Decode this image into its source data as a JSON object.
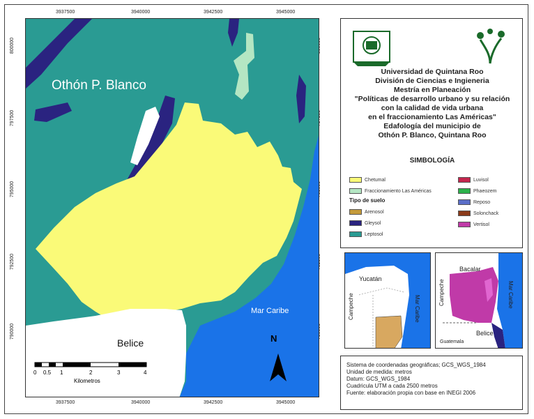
{
  "coordinates": {
    "top": [
      "3937500",
      "3940000",
      "3942500",
      "3945000"
    ],
    "bottom": [
      "3937500",
      "3940000",
      "3942500",
      "3945000"
    ],
    "left": [
      "800000",
      "797500",
      "795000",
      "792500",
      "790000"
    ],
    "right": [
      "800000",
      "797500",
      "795000",
      "792500",
      "790000"
    ]
  },
  "map_labels": {
    "municipality": "Othón P. Blanco",
    "sea": "Mar Caribe",
    "country": "Belice",
    "north": "N"
  },
  "scale_bar": {
    "ticks": [
      "0",
      "0.5",
      "1",
      "2",
      "3",
      "4"
    ],
    "unit": "Kilometros"
  },
  "title": {
    "lines": [
      "Universidad de Quintana Roo",
      "División de Ciencias e Ingieneria",
      "Mestría en Planeación",
      "\"Políticas de desarrollo urbano y su relación",
      "con la calidad de vida urbana",
      "en el fraccionamiento Las Américas\"",
      "Edafología del municipio de",
      "Othón P. Blanco, Quintana Roo"
    ]
  },
  "legend": {
    "title": "SIMBOLOGÍA",
    "left_items": [
      {
        "label": "Chetumal",
        "color": "#fafa78"
      },
      {
        "label": "Fraccionamiento Las Américas",
        "color": "#b4e6c3"
      }
    ],
    "soil_heading": "Tipo de suelo",
    "soil_left": [
      {
        "label": "Arenosol",
        "color": "#c49a3a"
      },
      {
        "label": "Gleysol",
        "color": "#2a2380"
      },
      {
        "label": "Leptosol",
        "color": "#2a9b93"
      }
    ],
    "soil_right": [
      {
        "label": "Luvisol",
        "color": "#c4264e"
      },
      {
        "label": "Phaeozem",
        "color": "#2bb24a"
      },
      {
        "label": "Reposo",
        "color": "#5a6ec8"
      },
      {
        "label": "Solonchack",
        "color": "#8a3a1a"
      },
      {
        "label": "Vertisol",
        "color": "#c03aa8"
      }
    ]
  },
  "inset_left": {
    "labels": {
      "north": "Yucatán",
      "west": "Campeche",
      "east": "Mar Caribe"
    }
  },
  "inset_right": {
    "labels": {
      "north": "Bacalar",
      "west": "Campeche",
      "south": "Belice",
      "southwest": "Guatemala",
      "east": "Mar Caribe"
    }
  },
  "info": {
    "lines": [
      "Sistema de coordenadas geográficas; GCS_WGS_1984",
      "Unidad de medida: metros",
      "Datum: GCS_WGS_1984",
      "Cuadricula UTM a cada 2500 metros",
      "Fuente: elaboración propia con base en INEGI 2006"
    ]
  },
  "colors": {
    "leptosol": "#2a9b93",
    "gleysol": "#2a2380",
    "chetumal": "#fafa78",
    "fraccionamiento": "#b4e6c3",
    "sea": "#1a73e8",
    "belize": "#ffffff"
  }
}
